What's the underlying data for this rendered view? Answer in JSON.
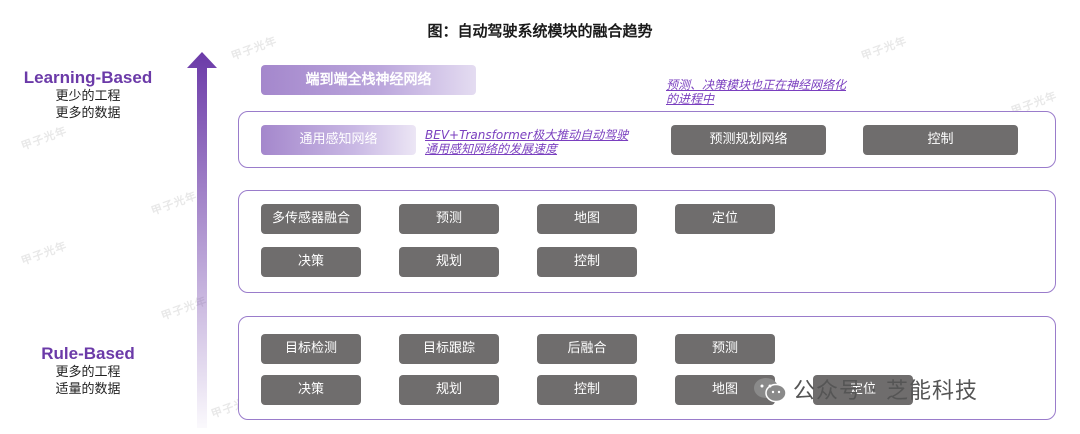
{
  "title": "图：自动驾驶系统模块的融合趋势",
  "axis": {
    "top": {
      "main": "Learning-Based",
      "line1": "更少的工程",
      "line2": "更多的数据"
    },
    "bottom": {
      "main": "Rule-Based",
      "line1": "更多的工程",
      "line2": "适量的数据"
    }
  },
  "e2e_banner": "端到端全栈神经网络",
  "notes": {
    "prediction_planning": "预测、决策模块也正在神经网络化的进程中",
    "bev": "BEV+Transformer极大推动自动驾驶通用感知网络的发展速度"
  },
  "panel1": {
    "perception": "通用感知网络",
    "prediction_planning": "预测规划网络",
    "control": "控制"
  },
  "panel2": {
    "row1": [
      "多传感器融合",
      "预测",
      "地图",
      "定位"
    ],
    "row2": [
      "决策",
      "规划",
      "控制"
    ]
  },
  "panel3": {
    "row1": [
      "目标检测",
      "目标跟踪",
      "后融合",
      "预测"
    ],
    "row2": [
      "决策",
      "规划",
      "控制",
      "地图",
      "定位"
    ]
  },
  "watermark": "甲子光年",
  "footer": "公众号 · 芝能科技",
  "colors": {
    "accent": "#6b3aa8",
    "box": "#6f6d6d",
    "panel_border": "#9a7ccb",
    "note": "#7a3fbf"
  }
}
